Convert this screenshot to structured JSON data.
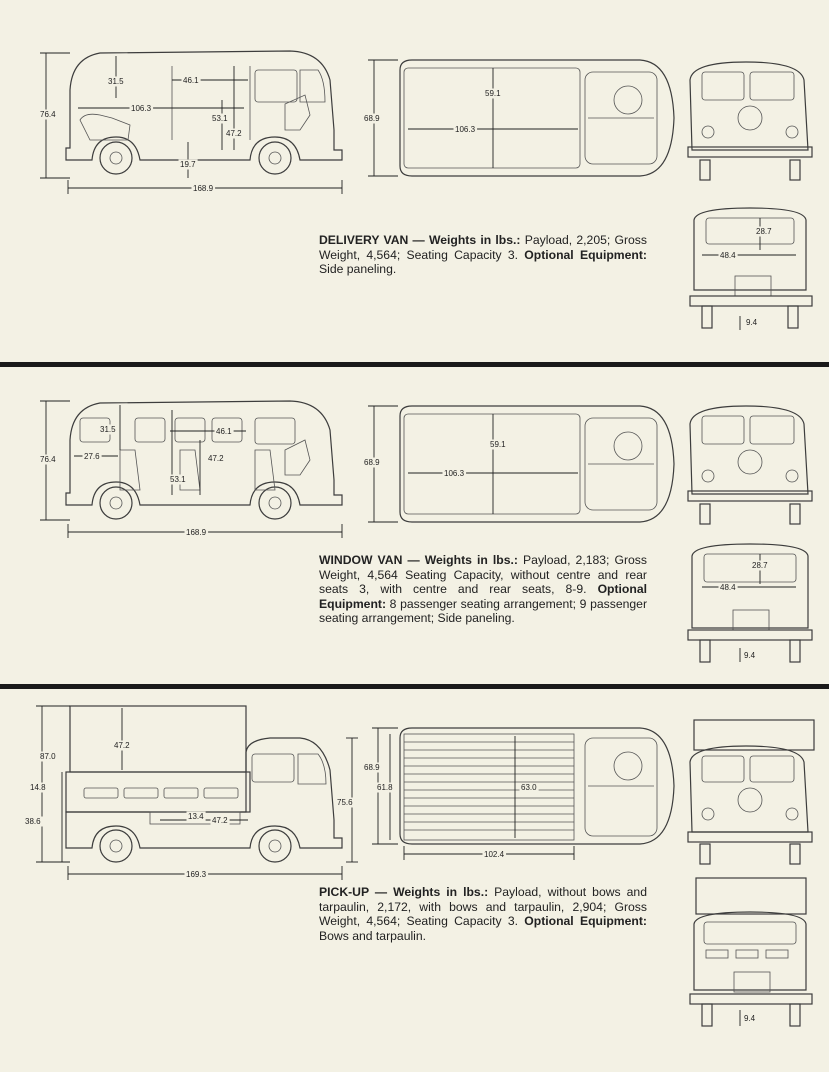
{
  "sections": [
    {
      "name": "DELIVERY VAN",
      "weights_label": "Weights in lbs.:",
      "weights_text": "Payload, 2,205; Gross Weight, 4,564; Seating Capacity 3.",
      "optional_label": "Optional Equipment:",
      "optional_text": "Side paneling.",
      "dims": {
        "height": "76.4",
        "length": "168.9",
        "roof_gap": "31.5",
        "cargo_len": "46.1",
        "inner_len": "106.3",
        "inner_h": "53.1",
        "door_h": "47.2",
        "clearance": "19.7",
        "width": "68.9",
        "inner_w": "59.1",
        "top_len": "106.3",
        "rear_h": "28.7",
        "rear_w": "48.4",
        "rear_low": "9.4"
      }
    },
    {
      "name": "WINDOW VAN",
      "weights_label": "Weights in lbs.:",
      "weights_text": "Payload, 2,183; Gross Weight, 4,564 Seating Capacity, without centre and rear seats 3, with centre and rear seats, 8-9.",
      "optional_label": "Optional Equipment:",
      "optional_text": "8 passenger seating arrangement; 9 passenger seating arrangement; Side paneling.",
      "dims": {
        "height": "76.4",
        "length": "168.9",
        "roof_gap": "31.5",
        "cargo_len": "46.1",
        "seat_len": "27.6",
        "inner_h": "53.1",
        "door_h": "47.2",
        "width": "68.9",
        "inner_w": "59.1",
        "top_len": "106.3",
        "rear_h": "28.7",
        "rear_w": "48.4",
        "rear_low": "9.4"
      }
    },
    {
      "name": "PICK-UP",
      "weights_label": "Weights in lbs.:",
      "weights_text": "Payload, without bows and tarpaulin, 2,172, with bows and tarpaulin, 2,904; Gross Weight, 4,564; Seating Capacity 3.",
      "optional_label": "Optional Equipment:",
      "optional_text": "Bows and tarpaulin.",
      "dims": {
        "height": "87.0",
        "side_h": "14.8",
        "bed_h": "38.6",
        "tarp_h": "47.2",
        "locker": "13.4",
        "bed_len": "47.2",
        "cab_h": "75.6",
        "length": "169.3",
        "width": "68.9",
        "bed_w": "61.8",
        "bed_long": "63.0",
        "bed_floor": "102.4",
        "rear_low": "9.4"
      }
    }
  ]
}
